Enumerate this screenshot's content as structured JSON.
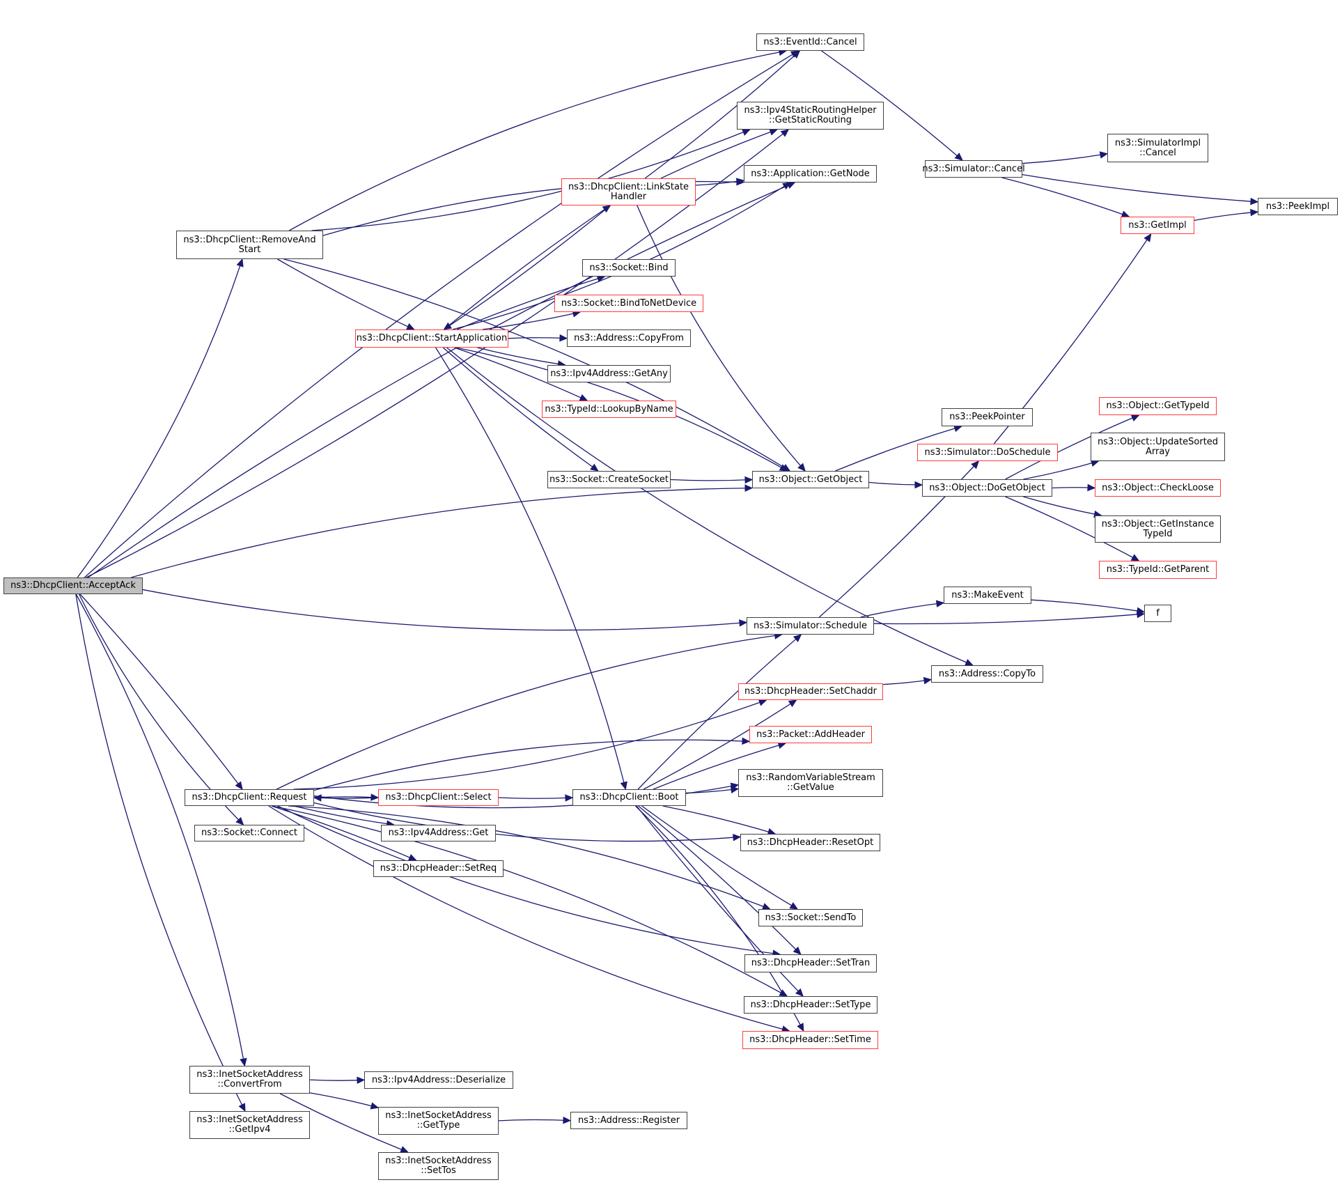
{
  "graph": {
    "title": "Call graph of ns3::DhcpClient::AcceptAck",
    "edge_color": "#191970",
    "undocumented_border_color": "#ff3b3b",
    "root_fill_color": "#bfbfbf",
    "nodes": {
      "acceptack": {
        "label": "ns3::DhcpClient::AcceptAck",
        "style": "root"
      },
      "removeandstart": {
        "label": "ns3::DhcpClient::RemoveAnd\nStart",
        "style": "normal"
      },
      "eventidcancel": {
        "label": "ns3::EventId::Cancel",
        "style": "normal"
      },
      "getstaticrouting": {
        "label": "ns3::Ipv4StaticRoutingHelper\n::GetStaticRouting",
        "style": "normal"
      },
      "getnode": {
        "label": "ns3::Application::GetNode",
        "style": "normal"
      },
      "linkstatehandler": {
        "label": "ns3::DhcpClient::LinkState\nHandler",
        "style": "red"
      },
      "startapplication": {
        "label": "ns3::DhcpClient::StartApplication",
        "style": "red"
      },
      "socketbind": {
        "label": "ns3::Socket::Bind",
        "style": "normal"
      },
      "bindtonetdevice": {
        "label": "ns3::Socket::BindToNetDevice",
        "style": "red"
      },
      "copyfrom": {
        "label": "ns3::Address::CopyFrom",
        "style": "normal"
      },
      "getany": {
        "label": "ns3::Ipv4Address::GetAny",
        "style": "normal"
      },
      "lookupbyname": {
        "label": "ns3::TypeId::LookupByName",
        "style": "red"
      },
      "createsocket": {
        "label": "ns3::Socket::CreateSocket",
        "style": "normal"
      },
      "getobject": {
        "label": "ns3::Object::GetObject",
        "style": "normal"
      },
      "peekpointer": {
        "label": "ns3::PeekPointer",
        "style": "normal"
      },
      "doschedule": {
        "label": "ns3::Simulator::DoSchedule",
        "style": "red"
      },
      "dogetobject": {
        "label": "ns3::Object::DoGetObject",
        "style": "normal"
      },
      "simcancel": {
        "label": "ns3::Simulator::Cancel",
        "style": "normal"
      },
      "simimplcancel": {
        "label": "ns3::SimulatorImpl\n::Cancel",
        "style": "normal"
      },
      "getimpl": {
        "label": "ns3::GetImpl",
        "style": "red"
      },
      "peekimpl": {
        "label": "ns3::PeekImpl",
        "style": "normal"
      },
      "gettypeid": {
        "label": "ns3::Object::GetTypeId",
        "style": "red"
      },
      "updatesorted": {
        "label": "ns3::Object::UpdateSorted\nArray",
        "style": "normal"
      },
      "checkloose": {
        "label": "ns3::Object::CheckLoose",
        "style": "red"
      },
      "getinstancetypeid": {
        "label": "ns3::Object::GetInstance\nTypeId",
        "style": "normal"
      },
      "getparent": {
        "label": "ns3::TypeId::GetParent",
        "style": "red"
      },
      "schedule": {
        "label": "ns3::Simulator::Schedule",
        "style": "normal"
      },
      "makeevent": {
        "label": "ns3::MakeEvent",
        "style": "normal"
      },
      "f": {
        "label": "f",
        "style": "normal"
      },
      "copyto": {
        "label": "ns3::Address::CopyTo",
        "style": "normal"
      },
      "setchaddr": {
        "label": "ns3::DhcpHeader::SetChaddr",
        "style": "red"
      },
      "addheader": {
        "label": "ns3::Packet::AddHeader",
        "style": "red"
      },
      "getvalue": {
        "label": "ns3::RandomVariableStream\n::GetValue",
        "style": "normal"
      },
      "request": {
        "label": "ns3::DhcpClient::Request",
        "style": "normal"
      },
      "select": {
        "label": "ns3::DhcpClient::Select",
        "style": "red"
      },
      "boot": {
        "label": "ns3::DhcpClient::Boot",
        "style": "normal"
      },
      "connect": {
        "label": "ns3::Socket::Connect",
        "style": "normal"
      },
      "ipv4get": {
        "label": "ns3::Ipv4Address::Get",
        "style": "normal"
      },
      "setreq": {
        "label": "ns3::DhcpHeader::SetReq",
        "style": "normal"
      },
      "resetopt": {
        "label": "ns3::DhcpHeader::ResetOpt",
        "style": "normal"
      },
      "sendto": {
        "label": "ns3::Socket::SendTo",
        "style": "normal"
      },
      "settran": {
        "label": "ns3::DhcpHeader::SetTran",
        "style": "normal"
      },
      "settype": {
        "label": "ns3::DhcpHeader::SetType",
        "style": "normal"
      },
      "settime": {
        "label": "ns3::DhcpHeader::SetTime",
        "style": "red"
      },
      "convertfrom": {
        "label": "ns3::InetSocketAddress\n::ConvertFrom",
        "style": "normal"
      },
      "getipv4": {
        "label": "ns3::InetSocketAddress\n::GetIpv4",
        "style": "normal"
      },
      "deserialize": {
        "label": "ns3::Ipv4Address::Deserialize",
        "style": "normal"
      },
      "inetgettype": {
        "label": "ns3::InetSocketAddress\n::GetType",
        "style": "normal"
      },
      "settos": {
        "label": "ns3::InetSocketAddress\n::SetTos",
        "style": "normal"
      },
      "register": {
        "label": "ns3::Address::Register",
        "style": "normal"
      }
    },
    "edges": [
      [
        "acceptack",
        "eventidcancel"
      ],
      [
        "acceptack",
        "getstaticrouting"
      ],
      [
        "acceptack",
        "getnode"
      ],
      [
        "acceptack",
        "removeandstart"
      ],
      [
        "acceptack",
        "getobject"
      ],
      [
        "acceptack",
        "schedule"
      ],
      [
        "acceptack",
        "request"
      ],
      [
        "acceptack",
        "connect"
      ],
      [
        "acceptack",
        "convertfrom"
      ],
      [
        "acceptack",
        "getipv4"
      ],
      [
        "removeandstart",
        "eventidcancel"
      ],
      [
        "removeandstart",
        "getstaticrouting"
      ],
      [
        "removeandstart",
        "getnode"
      ],
      [
        "removeandstart",
        "startapplication"
      ],
      [
        "removeandstart",
        "getobject"
      ],
      [
        "linkstatehandler",
        "eventidcancel"
      ],
      [
        "linkstatehandler",
        "getstaticrouting"
      ],
      [
        "linkstatehandler",
        "getnode"
      ],
      [
        "linkstatehandler",
        "startapplication"
      ],
      [
        "linkstatehandler",
        "getobject"
      ],
      [
        "startapplication",
        "linkstatehandler"
      ],
      [
        "startapplication",
        "getnode"
      ],
      [
        "startapplication",
        "socketbind"
      ],
      [
        "startapplication",
        "bindtonetdevice"
      ],
      [
        "startapplication",
        "copyfrom"
      ],
      [
        "startapplication",
        "getany"
      ],
      [
        "startapplication",
        "lookupbyname"
      ],
      [
        "startapplication",
        "createsocket"
      ],
      [
        "startapplication",
        "getobject"
      ],
      [
        "startapplication",
        "copyto"
      ],
      [
        "startapplication",
        "boot"
      ],
      [
        "createsocket",
        "getobject"
      ],
      [
        "getobject",
        "peekpointer"
      ],
      [
        "getobject",
        "dogetobject"
      ],
      [
        "eventidcancel",
        "simcancel"
      ],
      [
        "simcancel",
        "simimplcancel"
      ],
      [
        "simcancel",
        "getimpl"
      ],
      [
        "simcancel",
        "peekimpl"
      ],
      [
        "getimpl",
        "peekimpl"
      ],
      [
        "doschedule",
        "getimpl"
      ],
      [
        "dogetobject",
        "gettypeid"
      ],
      [
        "dogetobject",
        "updatesorted"
      ],
      [
        "dogetobject",
        "checkloose"
      ],
      [
        "dogetobject",
        "getinstancetypeid"
      ],
      [
        "dogetobject",
        "getparent"
      ],
      [
        "schedule",
        "doschedule"
      ],
      [
        "schedule",
        "makeevent"
      ],
      [
        "schedule",
        "f"
      ],
      [
        "makeevent",
        "f"
      ],
      [
        "setchaddr",
        "copyto"
      ],
      [
        "request",
        "schedule"
      ],
      [
        "request",
        "setchaddr"
      ],
      [
        "request",
        "addheader"
      ],
      [
        "request",
        "getvalue"
      ],
      [
        "request",
        "select"
      ],
      [
        "request",
        "ipv4get"
      ],
      [
        "request",
        "setreq"
      ],
      [
        "request",
        "resetopt"
      ],
      [
        "request",
        "sendto"
      ],
      [
        "request",
        "settran"
      ],
      [
        "request",
        "settype"
      ],
      [
        "request",
        "settime"
      ],
      [
        "select",
        "request"
      ],
      [
        "select",
        "boot"
      ],
      [
        "boot",
        "schedule"
      ],
      [
        "boot",
        "setchaddr"
      ],
      [
        "boot",
        "addheader"
      ],
      [
        "boot",
        "getvalue"
      ],
      [
        "boot",
        "resetopt"
      ],
      [
        "boot",
        "sendto"
      ],
      [
        "boot",
        "settran"
      ],
      [
        "boot",
        "settype"
      ],
      [
        "boot",
        "settime"
      ],
      [
        "convertfrom",
        "deserialize"
      ],
      [
        "convertfrom",
        "inetgettype"
      ],
      [
        "convertfrom",
        "settos"
      ],
      [
        "inetgettype",
        "register"
      ]
    ]
  }
}
